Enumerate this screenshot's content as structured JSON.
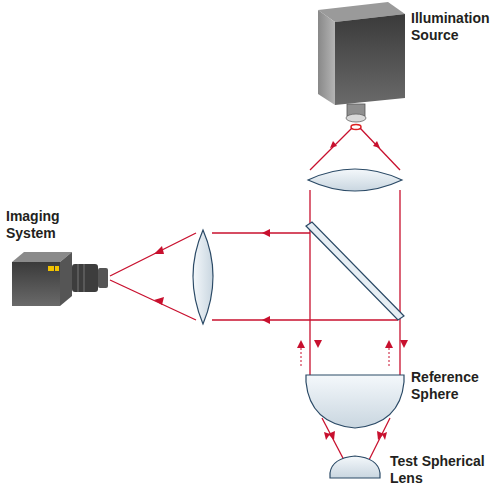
{
  "diagram": {
    "labels": [
      "Illumination Source",
      "Imaging System",
      "Reference Sphere",
      "Test Spherical Lens"
    ]
  }
}
